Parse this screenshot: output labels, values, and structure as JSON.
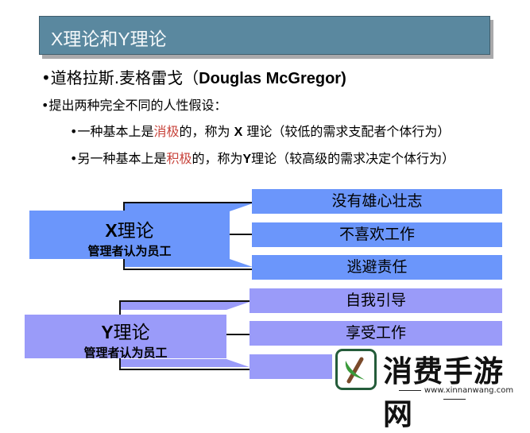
{
  "title": "X理论和Y理论",
  "bullets": {
    "b1_cn": "•道格拉斯.麦格雷戈（",
    "b1_en": "Douglas McGregor)",
    "b2": "•提出两种完全不同的人性假设：",
    "b3": {
      "pre": "•一种基本上是",
      "hl": "消极",
      "mid": "的，称为 ",
      "key": "X",
      "post": " 理论（较低的需求支配者个体行为）"
    },
    "b4": {
      "pre": "•另一种基本上是",
      "hl": "积极",
      "mid": "的，称为",
      "key": "Y",
      "post": "理论（较高级的需求决定个体行为）"
    }
  },
  "colors": {
    "title_bar": "#5a889f",
    "x_box": "#6b96fb",
    "y_box": "#9a9bf9",
    "highlight": "#c8443c"
  },
  "x_theory": {
    "letter": "X",
    "name": "理论",
    "subtitle": "管理者认为员工",
    "items": [
      "没有雄心壮志",
      "不喜欢工作",
      "逃避责任"
    ]
  },
  "y_theory": {
    "letter": "Y",
    "name": "理论",
    "subtitle": "管理者认为员工",
    "items": [
      "自我引导",
      "享受工作",
      ""
    ]
  },
  "watermark": {
    "name": "消费手游网",
    "url": "www.xinnanwang.com",
    "icon": "leaf-logo-icon"
  }
}
